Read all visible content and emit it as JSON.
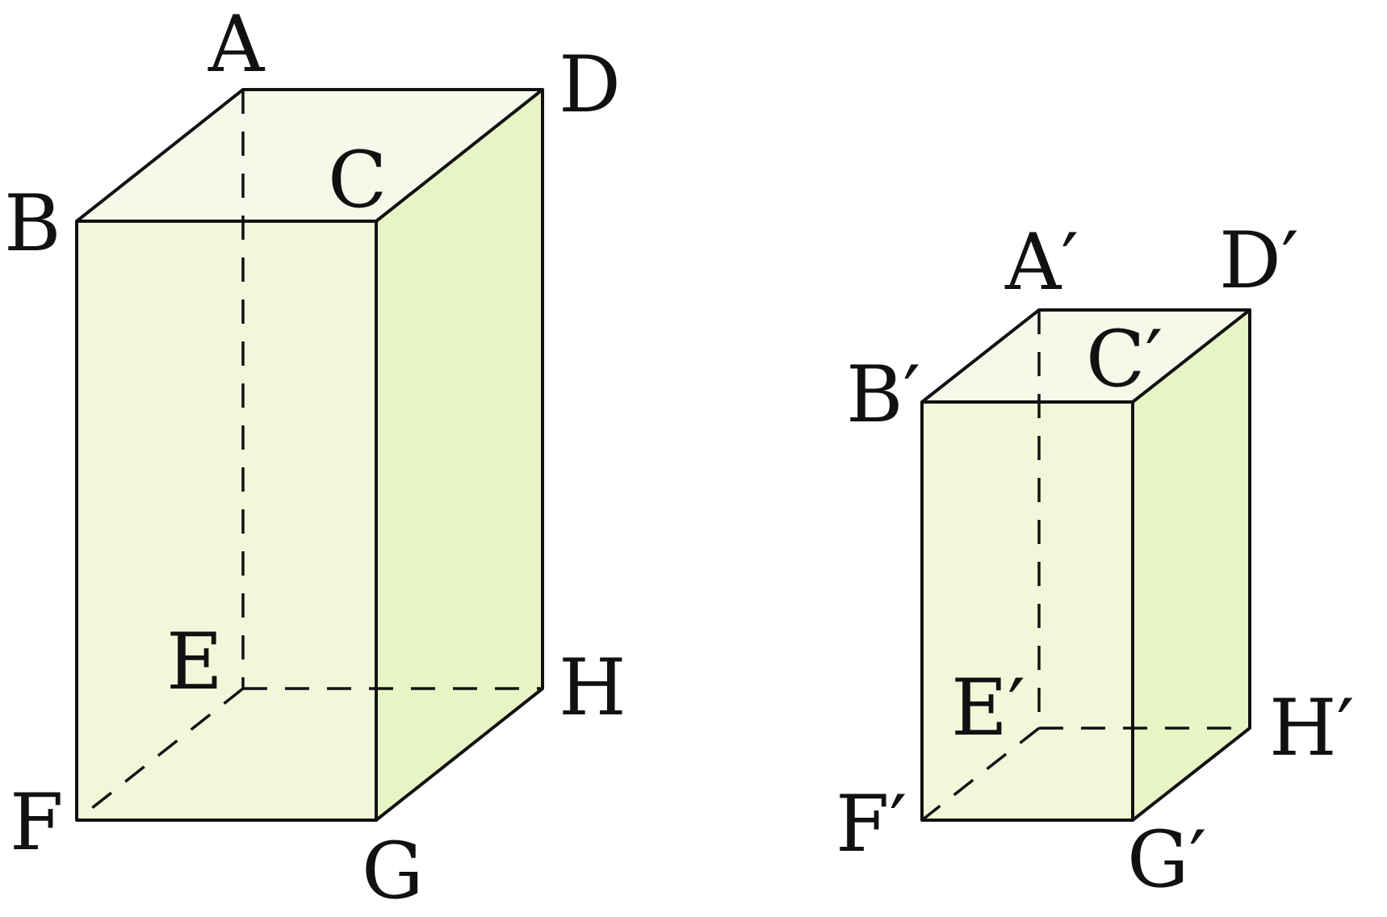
{
  "diagram": {
    "large_prism": {
      "labels": {
        "A": "A",
        "B": "B",
        "C": "C",
        "D": "D",
        "E": "E",
        "F": "F",
        "G": "G",
        "H": "H"
      }
    },
    "small_prism": {
      "labels": {
        "A": "A′",
        "B": "B′",
        "C": "C′",
        "D": "D′",
        "E": "E′",
        "F": "F′",
        "G": "G′",
        "H": "H′"
      }
    },
    "colors": {
      "top_face": "#f6f9e9",
      "front_face": "#f1f7d9",
      "side_face": "#e9f4c5",
      "edges": "#111111"
    }
  }
}
